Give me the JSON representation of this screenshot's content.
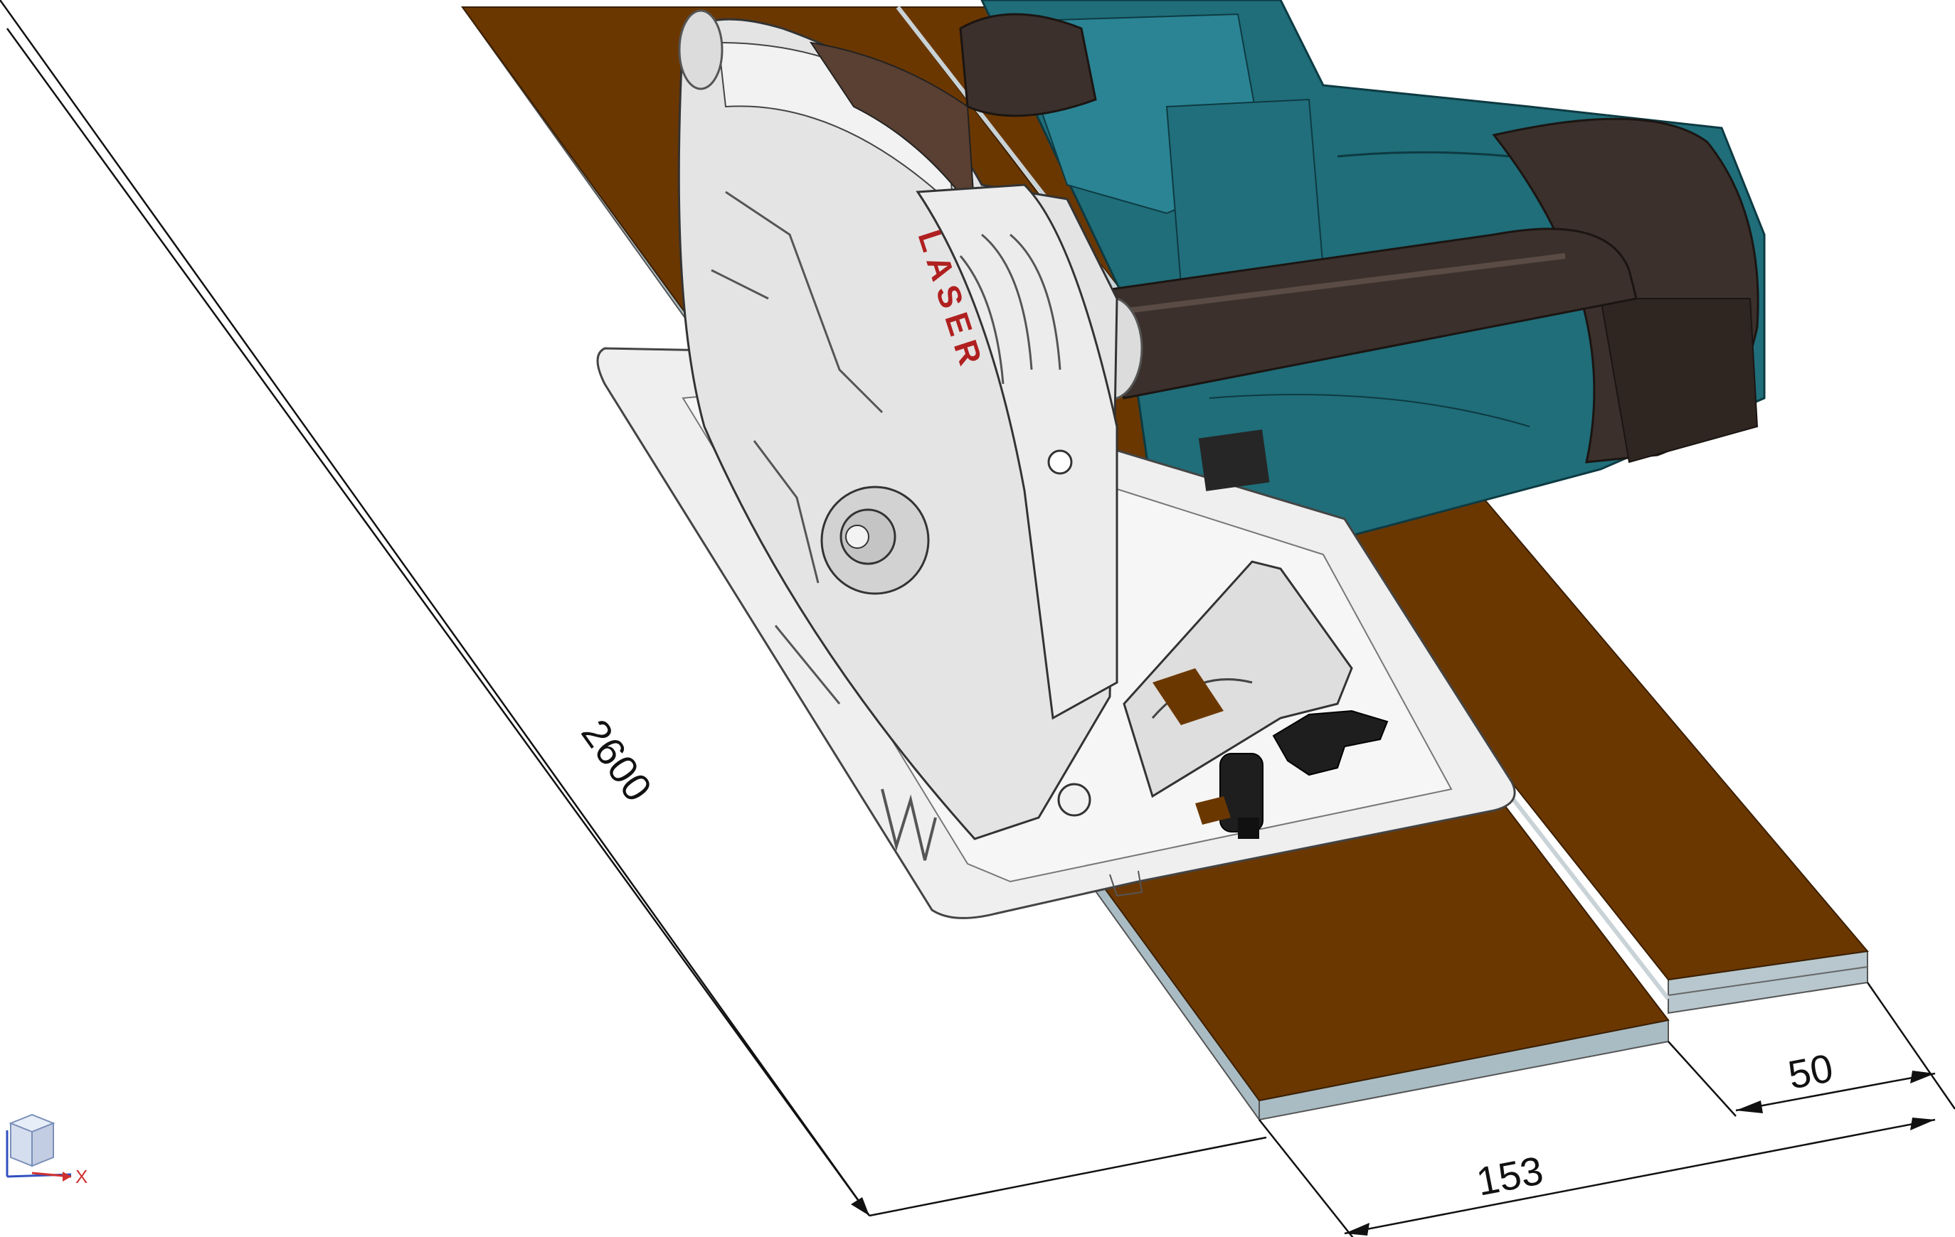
{
  "drawing": {
    "brand_text": "LASER",
    "dimensions": {
      "length": "2600",
      "total_width": "153",
      "offcut_width": "50"
    },
    "axis_indicator": {
      "x_label": "X"
    }
  },
  "colors": {
    "wood_top": "#6b3700",
    "wood_edge": "#a9bcc4",
    "saw_body_teal": "#1f6e7a",
    "saw_dark": "#3b302b",
    "base_plate": "#eeeeee",
    "guard_silver": "#e3e3e3",
    "dimension_line": "#111111",
    "brand_red": "#b02020"
  }
}
